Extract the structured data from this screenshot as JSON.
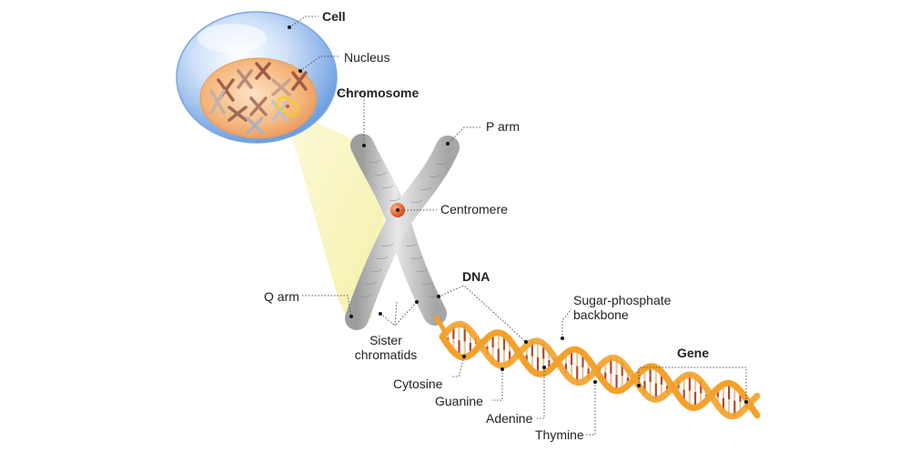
{
  "labels": {
    "cell": "Cell",
    "nucleus": "Nucleus",
    "chromosome": "Chromosome",
    "p_arm": "P arm",
    "centromere": "Centromere",
    "q_arm": "Q arm",
    "dna": "DNA",
    "sister_chromatids_1": "Sister",
    "sister_chromatids_2": "chromatids",
    "sugar_phosphate_1": "Sugar-phosphate",
    "sugar_phosphate_2": "backbone",
    "gene": "Gene",
    "cytosine": "Cytosine",
    "guanine": "Guanine",
    "adenine": "Adenine",
    "thymine": "Thymine"
  },
  "colors": {
    "cell_membrane": "#a9c8ef",
    "nucleus": "#f2b178",
    "chromosome_body": "#c9c9c9",
    "centromere": "#f05a1a",
    "zoom_beam": "#f6f2a6",
    "dna_backbone": "#f3a12a",
    "base_cytosine": "#b0472d",
    "base_guanine": "#e9c79b",
    "leader_line": "#555555"
  }
}
